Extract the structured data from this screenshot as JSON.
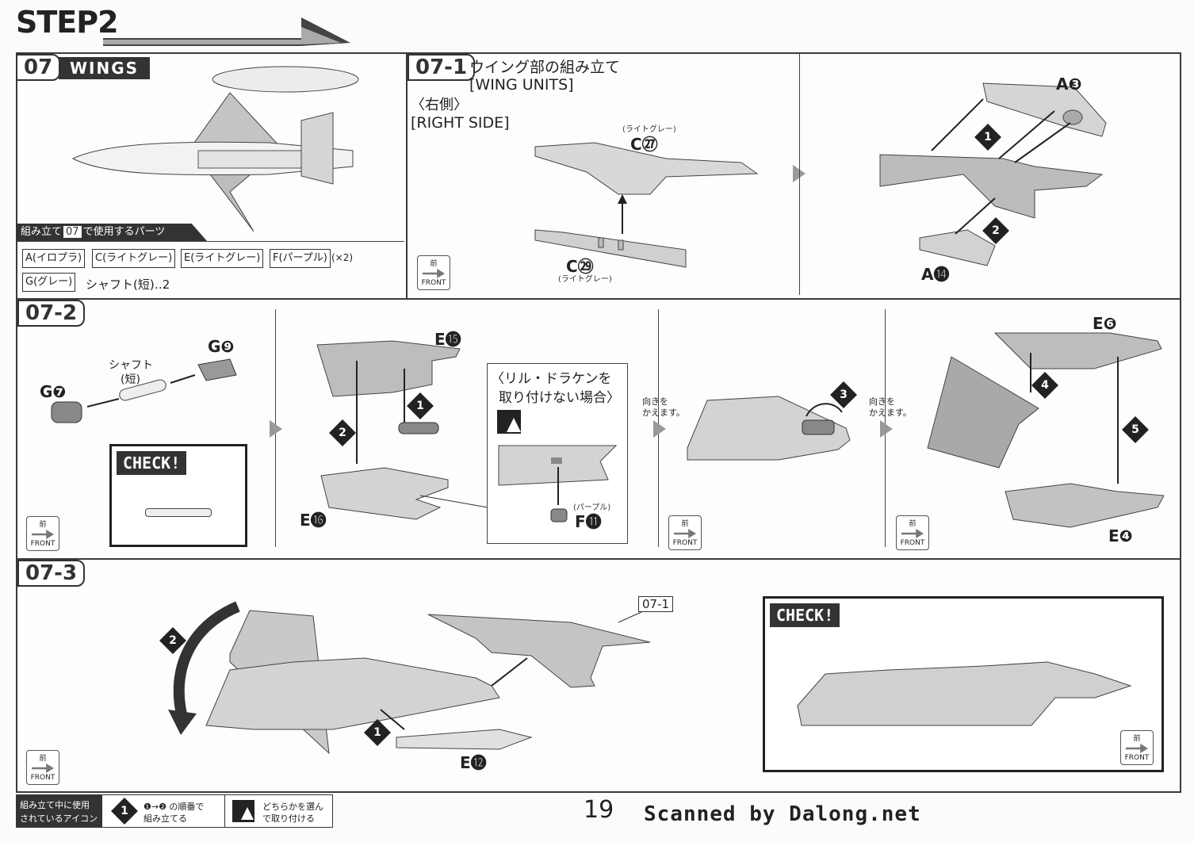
{
  "header": {
    "step": "STEP2"
  },
  "section07": {
    "code": "07",
    "title": "WINGS",
    "parts_header_a": "組み立て",
    "parts_header_code": "07",
    "parts_header_b": "で使用するパーツ",
    "parts": [
      "A(イロプラ)",
      "C(ライトグレー)",
      "E(ライトグレー)",
      "F(パープル)"
    ],
    "parts_count": "(×2)",
    "part_g": "G(グレー)",
    "shaft": "シャフト(短)‥2"
  },
  "s071": {
    "code": "07-1",
    "title_jp": "ウイング部の組み立て",
    "title_en": "[WING UNITS]",
    "side_jp": "〈右側〉",
    "side_en": "[RIGHT SIDE]",
    "c27_color": "(ライトグレー)",
    "c27": "C㉗",
    "c29": "C㉙",
    "c29_color": "(ライトグレー)",
    "a3": "A❸",
    "a14": "A⓮",
    "n1": "1",
    "n2": "2"
  },
  "s072": {
    "code": "07-2",
    "shaft_a": "シャフト",
    "shaft_b": "(短)",
    "g9": "G❾",
    "g7": "G❼",
    "check": "CHECK!",
    "e15": "E⓯",
    "e16": "E⓰",
    "n1": "1",
    "n2": "2",
    "lil_a": "〈リル・ドラケンを",
    "lil_b": "取り付けない場合〉",
    "f11_color": "(パープル)",
    "f11": "F⓫",
    "turn_a": "向きを",
    "turn_b": "かえます。",
    "n3": "3",
    "e6": "E❻",
    "e4": "E❹",
    "n4": "4",
    "n5": "5"
  },
  "s073": {
    "code": "07-3",
    "ref": "07-1",
    "e12": "E⓬",
    "n1": "1",
    "n2": "2",
    "check": "CHECK!"
  },
  "front": {
    "kanji": "前",
    "label": "FRONT"
  },
  "footer": {
    "legend_a": "組み立て中に使用",
    "legend_b": "されているアイコン",
    "order_a": "❶→❷ の順番で",
    "order_b": "組み立てる",
    "order_num": "1",
    "choose_a": "どちらかを選ん",
    "choose_b": "で取り付ける",
    "page": "19",
    "credit": "Scanned by Dalong.net"
  },
  "colors": {
    "ink": "#222222",
    "part": "#cfcfcf",
    "part_dark": "#9a9a9a",
    "arrow_gray": "#9c9c9c"
  }
}
